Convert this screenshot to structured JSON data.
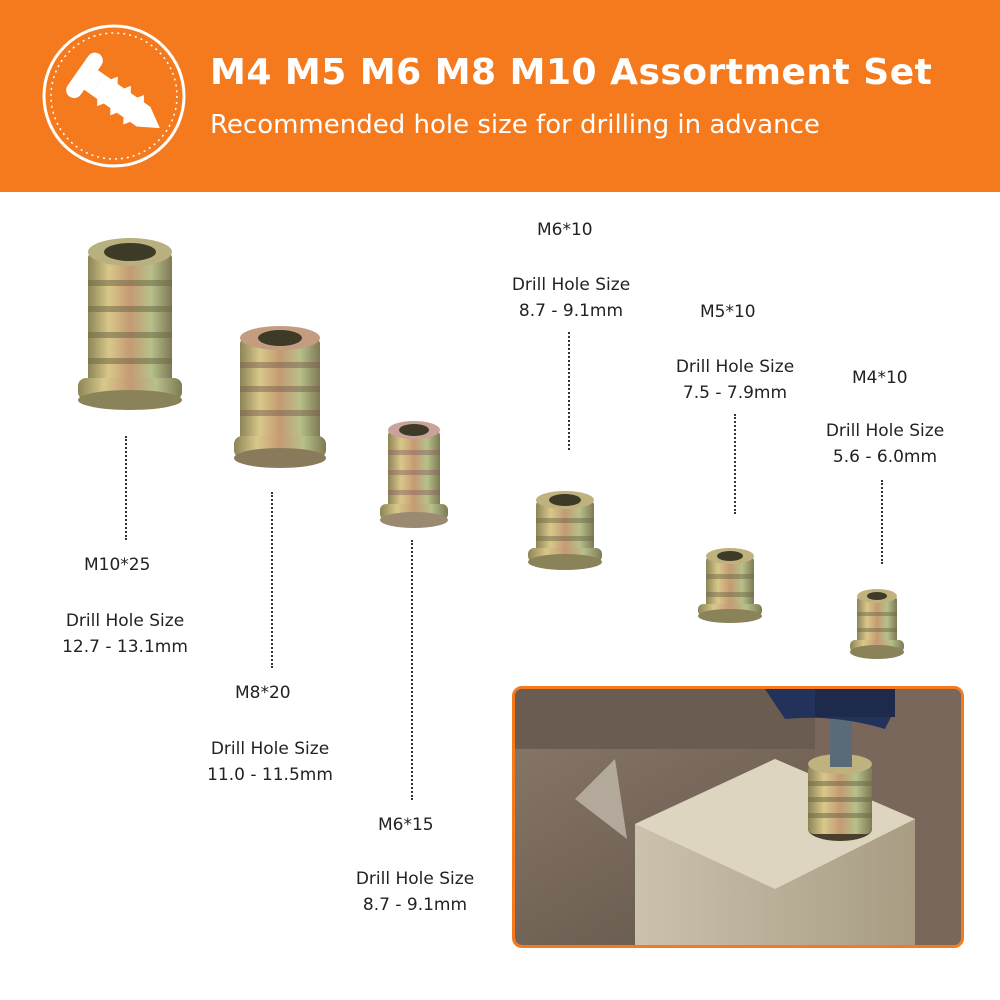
{
  "header": {
    "title": "M4 M5 M6 M8 M10 Assortment Set",
    "subtitle": "Recommended hole size for drilling in advance",
    "logo_icon": "screw-icon",
    "accent_color": "#f57a1e"
  },
  "inserts": [
    {
      "name": "M10*25",
      "drill_label": "Drill Hole Size",
      "drill_size": "12.7 - 13.1mm"
    },
    {
      "name": "M8*20",
      "drill_label": "Drill Hole Size",
      "drill_size": "11.0 - 11.5mm"
    },
    {
      "name": "M6*15",
      "drill_label": "Drill Hole Size",
      "drill_size": "8.7 - 9.1mm"
    },
    {
      "name": "M6*10",
      "drill_label": "Drill Hole Size",
      "drill_size": "8.7 - 9.1mm"
    },
    {
      "name": "M5*10",
      "drill_label": "Drill Hole Size",
      "drill_size": "7.5 - 7.9mm"
    },
    {
      "name": "M4*10",
      "drill_label": "Drill Hole Size",
      "drill_size": "5.6 - 6.0mm"
    }
  ]
}
